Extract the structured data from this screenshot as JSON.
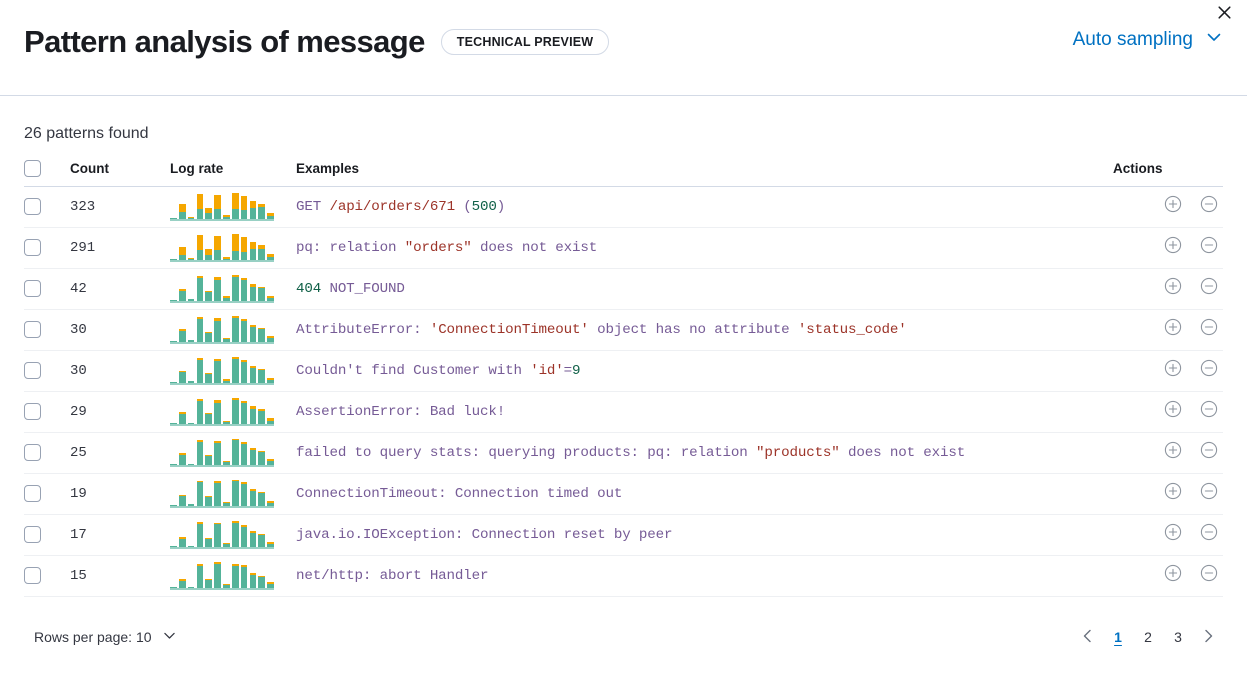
{
  "header": {
    "title": "Pattern analysis of message",
    "badge": "TECHNICAL PREVIEW",
    "sampling_label": "Auto sampling",
    "chevron_icon": "chevron-down-icon",
    "close_icon": "close-icon",
    "accent_color": "#0071c2"
  },
  "summary": {
    "patterns_found": "26 patterns found"
  },
  "table": {
    "columns": {
      "select": "",
      "count": "Count",
      "log_rate": "Log rate",
      "examples": "Examples",
      "actions": "Actions"
    },
    "colors": {
      "bar_primary": "#54b399",
      "bar_secondary": "#f5a700",
      "token_string": "#9c3328",
      "token_number": "#116148",
      "token_text": "#765b96"
    },
    "action_icons": {
      "add": "circle-plus-icon",
      "remove": "circle-minus-icon"
    },
    "rows": [
      {
        "count": "323",
        "example_plain": "GET /api/orders/671 (500)",
        "tokens": [
          {
            "t": "GET ",
            "k": "txt"
          },
          {
            "t": "/api/orders/671",
            "k": "str"
          },
          {
            "t": " (",
            "k": "txt"
          },
          {
            "t": "500",
            "k": "num"
          },
          {
            "t": ")",
            "k": "txt"
          }
        ],
        "sparkline": [
          {
            "a": 2,
            "b": 0
          },
          {
            "a": 36,
            "b": 20
          },
          {
            "a": 4,
            "b": 2
          },
          {
            "a": 62,
            "b": 38
          },
          {
            "a": 28,
            "b": 12
          },
          {
            "a": 58,
            "b": 34
          },
          {
            "a": 10,
            "b": 4
          },
          {
            "a": 64,
            "b": 40
          },
          {
            "a": 56,
            "b": 34
          },
          {
            "a": 44,
            "b": 16
          },
          {
            "a": 38,
            "b": 8
          },
          {
            "a": 14,
            "b": 8
          }
        ]
      },
      {
        "count": "291",
        "example_plain": "pq: relation \"orders\" does not exist",
        "tokens": [
          {
            "t": "pq: relation ",
            "k": "txt"
          },
          {
            "t": "\"orders\"",
            "k": "str"
          },
          {
            "t": " does not exist",
            "k": "txt"
          }
        ],
        "sparkline": [
          {
            "a": 3,
            "b": 1
          },
          {
            "a": 34,
            "b": 20
          },
          {
            "a": 5,
            "b": 2
          },
          {
            "a": 66,
            "b": 40
          },
          {
            "a": 30,
            "b": 16
          },
          {
            "a": 62,
            "b": 36
          },
          {
            "a": 9,
            "b": 4
          },
          {
            "a": 68,
            "b": 44
          },
          {
            "a": 60,
            "b": 38
          },
          {
            "a": 46,
            "b": 18
          },
          {
            "a": 40,
            "b": 10
          },
          {
            "a": 16,
            "b": 9
          }
        ]
      },
      {
        "count": "42",
        "example_plain": "404 NOT_FOUND",
        "tokens": [
          {
            "t": "404",
            "k": "num"
          },
          {
            "t": " NOT_FOUND",
            "k": "txt"
          }
        ],
        "sparkline": [
          {
            "a": 3,
            "b": 1
          },
          {
            "a": 30,
            "b": 5
          },
          {
            "a": 4,
            "b": 1
          },
          {
            "a": 64,
            "b": 5
          },
          {
            "a": 26,
            "b": 2
          },
          {
            "a": 62,
            "b": 8
          },
          {
            "a": 12,
            "b": 4
          },
          {
            "a": 66,
            "b": 4
          },
          {
            "a": 58,
            "b": 6
          },
          {
            "a": 44,
            "b": 7
          },
          {
            "a": 36,
            "b": 3
          },
          {
            "a": 13,
            "b": 6
          }
        ]
      },
      {
        "count": "30",
        "example_plain": "AttributeError: 'ConnectionTimeout' object has no attribute 'status_code'",
        "tokens": [
          {
            "t": "AttributeError: ",
            "k": "txt"
          },
          {
            "t": "'ConnectionTimeout'",
            "k": "str"
          },
          {
            "t": " object has no attribute ",
            "k": "txt"
          },
          {
            "t": "'status_code'",
            "k": "str"
          }
        ],
        "sparkline": [
          {
            "a": 3,
            "b": 1
          },
          {
            "a": 32,
            "b": 4
          },
          {
            "a": 4,
            "b": 1
          },
          {
            "a": 62,
            "b": 4
          },
          {
            "a": 24,
            "b": 2
          },
          {
            "a": 60,
            "b": 7
          },
          {
            "a": 10,
            "b": 3
          },
          {
            "a": 64,
            "b": 4
          },
          {
            "a": 56,
            "b": 5
          },
          {
            "a": 42,
            "b": 6
          },
          {
            "a": 34,
            "b": 3
          },
          {
            "a": 14,
            "b": 5
          }
        ]
      },
      {
        "count": "30",
        "example_plain": "Couldn't find Customer with 'id'=9",
        "tokens": [
          {
            "t": "Couldn't find Customer with ",
            "k": "txt"
          },
          {
            "t": "'id'",
            "k": "str"
          },
          {
            "t": "=",
            "k": "txt"
          },
          {
            "t": "9",
            "k": "num"
          }
        ],
        "sparkline": [
          {
            "a": 3,
            "b": 1
          },
          {
            "a": 30,
            "b": 3
          },
          {
            "a": 4,
            "b": 1
          },
          {
            "a": 64,
            "b": 5
          },
          {
            "a": 26,
            "b": 2
          },
          {
            "a": 62,
            "b": 6
          },
          {
            "a": 11,
            "b": 4
          },
          {
            "a": 66,
            "b": 4
          },
          {
            "a": 58,
            "b": 5
          },
          {
            "a": 44,
            "b": 6
          },
          {
            "a": 36,
            "b": 3
          },
          {
            "a": 13,
            "b": 5
          }
        ]
      },
      {
        "count": "29",
        "example_plain": "AssertionError: Bad luck!",
        "tokens": [
          {
            "t": "AssertionError: Bad luck!",
            "k": "txt"
          }
        ],
        "sparkline": [
          {
            "a": 2,
            "b": 1
          },
          {
            "a": 32,
            "b": 5
          },
          {
            "a": 3,
            "b": 1
          },
          {
            "a": 66,
            "b": 5
          },
          {
            "a": 28,
            "b": 3
          },
          {
            "a": 62,
            "b": 8
          },
          {
            "a": 9,
            "b": 3
          },
          {
            "a": 68,
            "b": 4
          },
          {
            "a": 60,
            "b": 5
          },
          {
            "a": 46,
            "b": 7
          },
          {
            "a": 38,
            "b": 4
          },
          {
            "a": 15,
            "b": 7
          }
        ]
      },
      {
        "count": "25",
        "example_plain": "failed to query stats: querying products: pq: relation \"products\" does not exist",
        "tokens": [
          {
            "t": "failed to query stats: querying products: pq: relation ",
            "k": "txt"
          },
          {
            "t": "\"products\"",
            "k": "str"
          },
          {
            "t": " does not exist",
            "k": "txt"
          }
        ],
        "sparkline": [
          {
            "a": 2,
            "b": 1
          },
          {
            "a": 30,
            "b": 4
          },
          {
            "a": 3,
            "b": 1
          },
          {
            "a": 64,
            "b": 4
          },
          {
            "a": 26,
            "b": 3
          },
          {
            "a": 60,
            "b": 6
          },
          {
            "a": 10,
            "b": 3
          },
          {
            "a": 66,
            "b": 3
          },
          {
            "a": 58,
            "b": 5
          },
          {
            "a": 44,
            "b": 6
          },
          {
            "a": 36,
            "b": 3
          },
          {
            "a": 14,
            "b": 6
          }
        ]
      },
      {
        "count": "19",
        "example_plain": "ConnectionTimeout: Connection timed out",
        "tokens": [
          {
            "t": "ConnectionTimeout: Connection timed out",
            "k": "txt"
          }
        ],
        "sparkline": [
          {
            "a": 3,
            "b": 1
          },
          {
            "a": 28,
            "b": 3
          },
          {
            "a": 4,
            "b": 1
          },
          {
            "a": 62,
            "b": 3
          },
          {
            "a": 24,
            "b": 2
          },
          {
            "a": 62,
            "b": 4
          },
          {
            "a": 11,
            "b": 3
          },
          {
            "a": 64,
            "b": 3
          },
          {
            "a": 58,
            "b": 4
          },
          {
            "a": 42,
            "b": 5
          },
          {
            "a": 34,
            "b": 3
          },
          {
            "a": 13,
            "b": 5
          }
        ]
      },
      {
        "count": "17",
        "example_plain": "java.io.IOException: Connection reset by peer",
        "tokens": [
          {
            "t": "java.io.IOException: Connection reset by peer",
            "k": "txt"
          }
        ],
        "sparkline": [
          {
            "a": 2,
            "b": 1
          },
          {
            "a": 26,
            "b": 5
          },
          {
            "a": 3,
            "b": 1
          },
          {
            "a": 64,
            "b": 5
          },
          {
            "a": 24,
            "b": 2
          },
          {
            "a": 60,
            "b": 3
          },
          {
            "a": 9,
            "b": 3
          },
          {
            "a": 66,
            "b": 5
          },
          {
            "a": 56,
            "b": 4
          },
          {
            "a": 40,
            "b": 6
          },
          {
            "a": 32,
            "b": 3
          },
          {
            "a": 12,
            "b": 5
          }
        ]
      },
      {
        "count": "15",
        "example_plain": "net/http: abort Handler",
        "tokens": [
          {
            "t": "net/http: abort Handler",
            "k": "txt"
          }
        ],
        "sparkline": [
          {
            "a": 2,
            "b": 1
          },
          {
            "a": 24,
            "b": 6
          },
          {
            "a": 3,
            "b": 1
          },
          {
            "a": 62,
            "b": 5
          },
          {
            "a": 22,
            "b": 2
          },
          {
            "a": 66,
            "b": 6
          },
          {
            "a": 10,
            "b": 3
          },
          {
            "a": 62,
            "b": 4
          },
          {
            "a": 58,
            "b": 5
          },
          {
            "a": 38,
            "b": 4
          },
          {
            "a": 30,
            "b": 3
          },
          {
            "a": 14,
            "b": 6
          }
        ]
      }
    ]
  },
  "footer": {
    "rows_per_page_label": "Rows per page: 10",
    "chevron_icon": "chevron-down-icon",
    "prev_icon": "chevron-left-icon",
    "next_icon": "chevron-right-icon",
    "pages": [
      "1",
      "2",
      "3"
    ],
    "active_page": "1"
  }
}
